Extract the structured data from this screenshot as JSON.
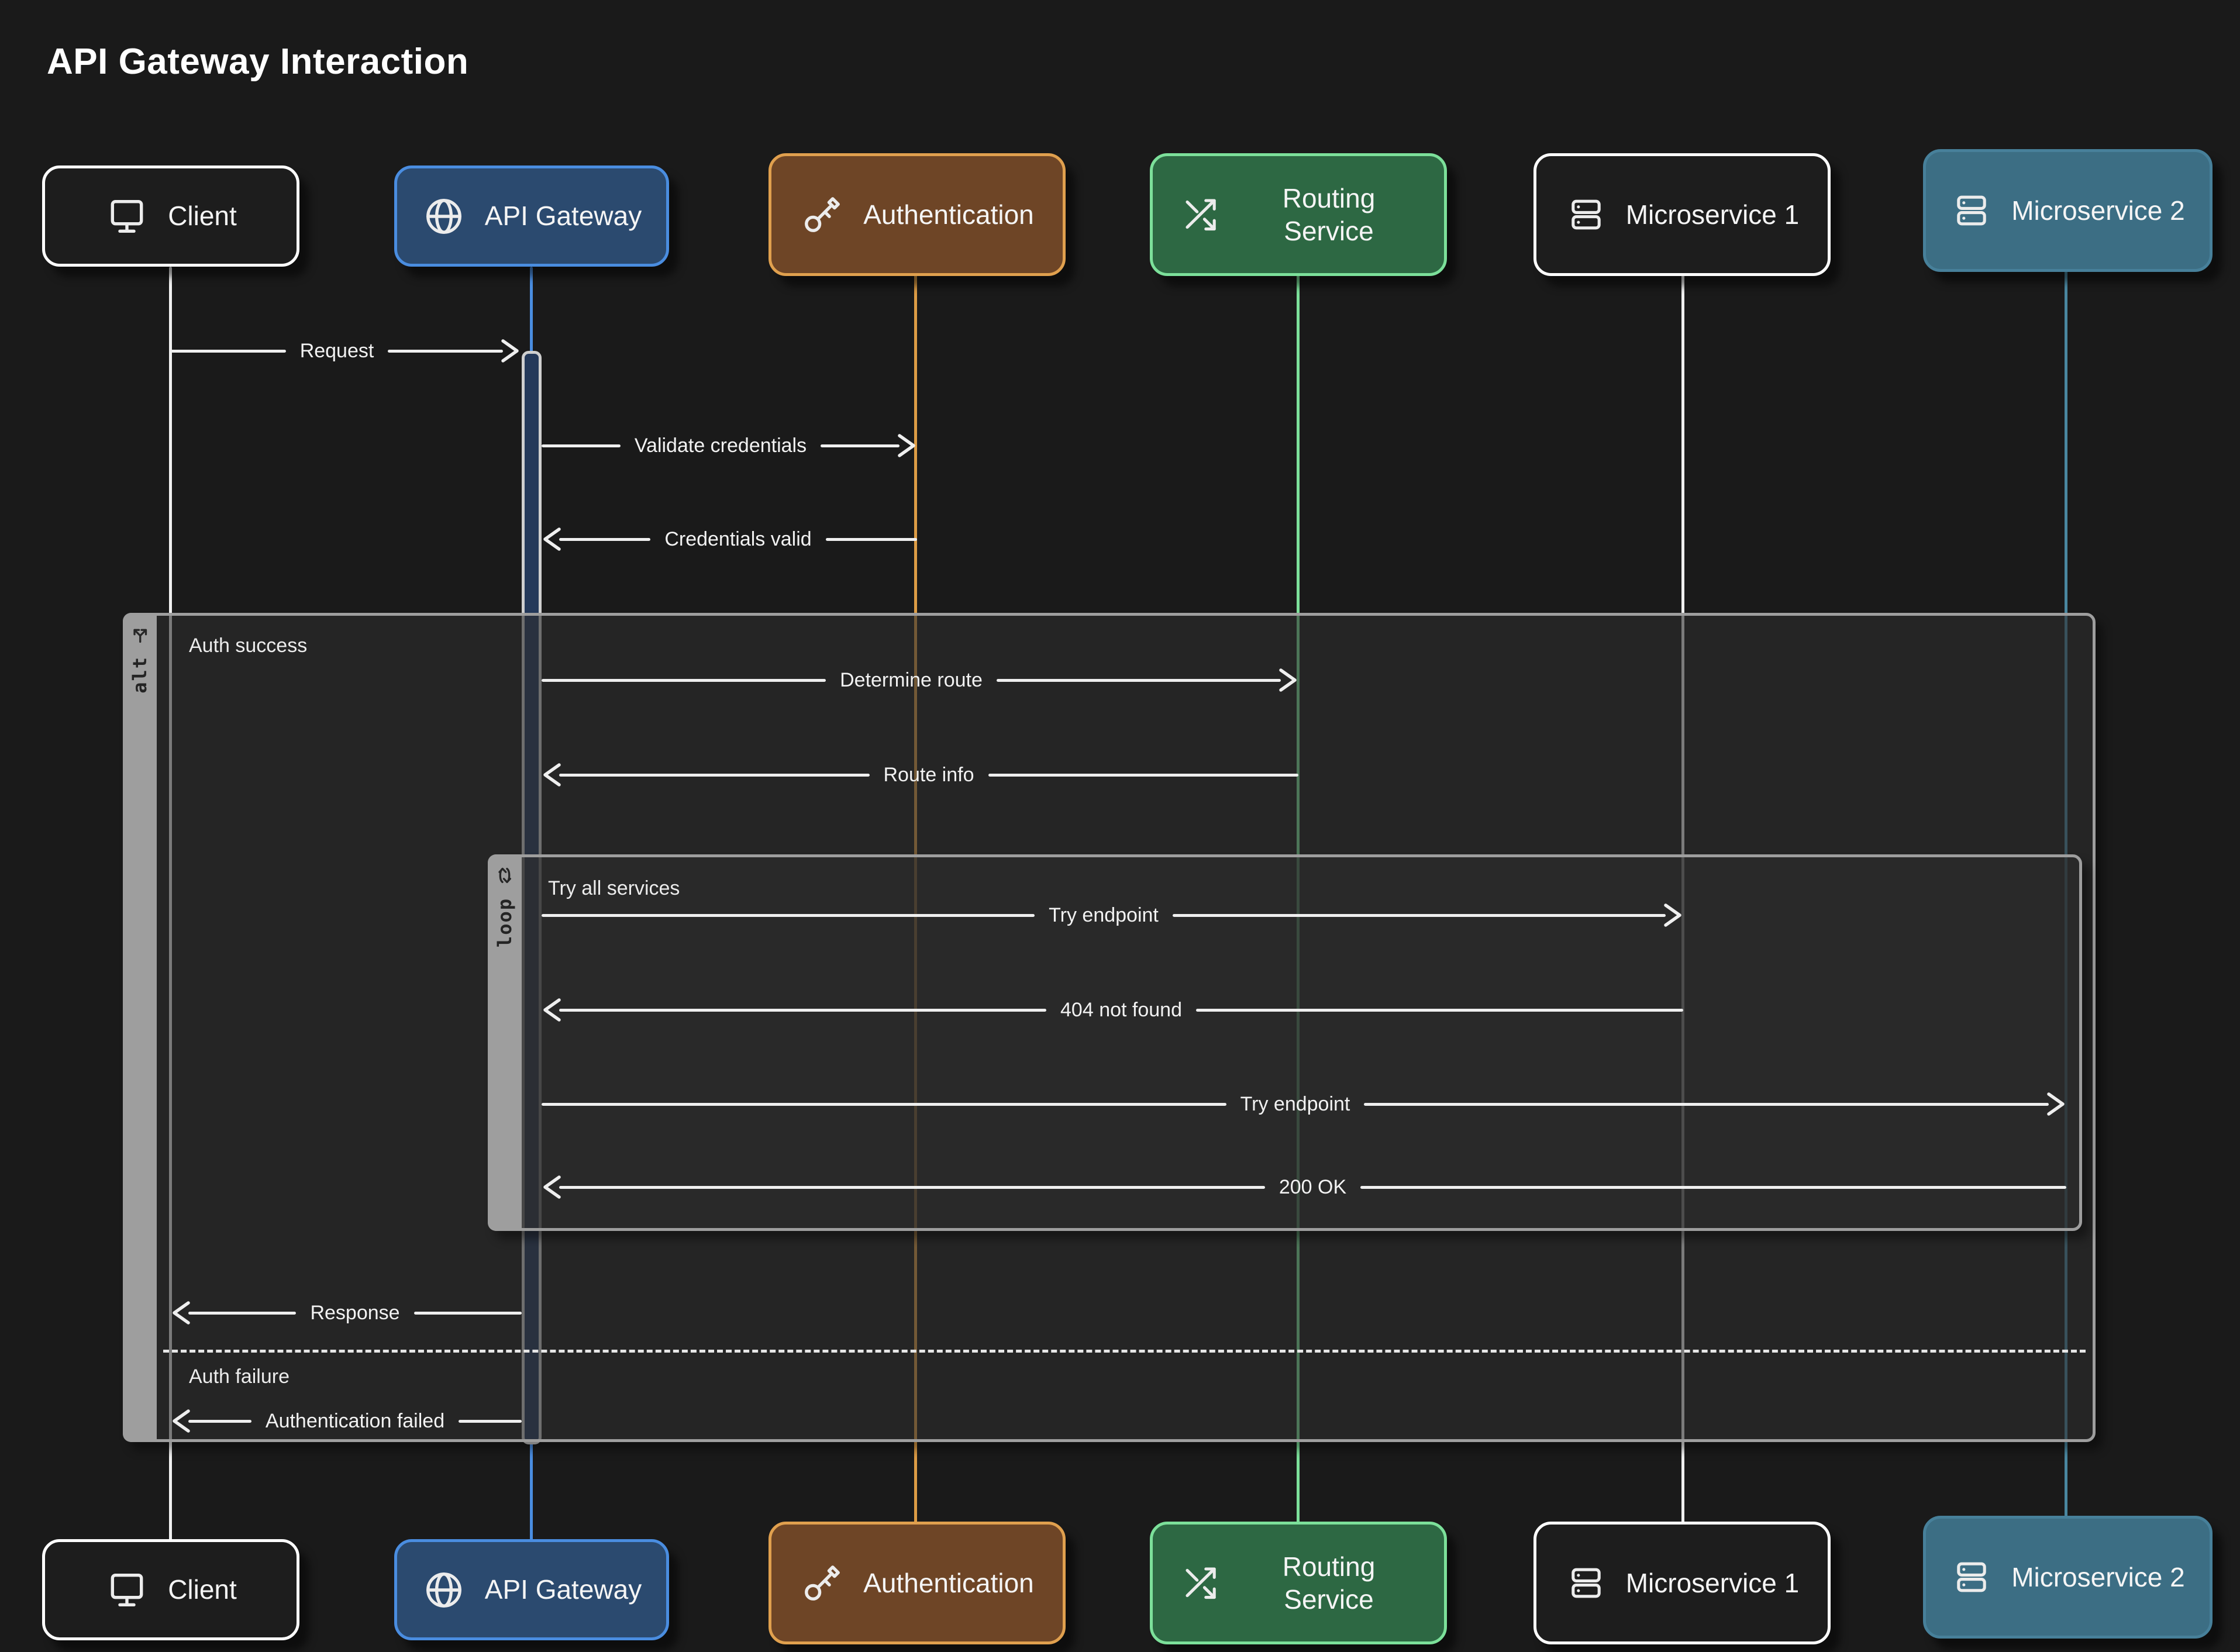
{
  "title": "API Gateway Interaction",
  "colors": {
    "background": "#1a1a1a",
    "message_line": "#efefef",
    "frame_border": "#9e9e9e",
    "activation_fill": "#24395a",
    "activation_border": "#cfcfcf"
  },
  "actors": [
    {
      "id": "client",
      "name": "Client",
      "icon": "monitor-icon",
      "fill": "#1d1d1d",
      "border": "#ffffff",
      "lifeline": "#f0f0f0"
    },
    {
      "id": "api-gateway",
      "name": "API Gateway",
      "icon": "globe-icon",
      "fill": "#2b4a6f",
      "border": "#4a8de0",
      "lifeline": "#4a8de0"
    },
    {
      "id": "authentication",
      "name": "Authentication",
      "icon": "key-icon",
      "fill": "#6e4526",
      "border": "#e0a04e",
      "lifeline": "#dd9c45"
    },
    {
      "id": "routing-service",
      "name": "Routing Service",
      "icon": "shuffle-icon",
      "fill": "#2d6843",
      "border": "#7ce09a",
      "lifeline": "#7ce09a"
    },
    {
      "id": "microservice-1",
      "name": "Microservice 1",
      "icon": "server-icon",
      "fill": "#1d1d1d",
      "border": "#ffffff",
      "lifeline": "#f0f0f0"
    },
    {
      "id": "microservice-2",
      "name": "Microservice 2",
      "icon": "server-icon",
      "fill": "#3c6e84",
      "border": "#47809a",
      "lifeline": "#4a87a0"
    }
  ],
  "messages": [
    {
      "label": "Request",
      "from": "client",
      "to": "api-gateway",
      "direction": "right"
    },
    {
      "label": "Validate credentials",
      "from": "api-gateway",
      "to": "authentication",
      "direction": "right"
    },
    {
      "label": "Credentials valid",
      "from": "authentication",
      "to": "api-gateway",
      "direction": "left"
    },
    {
      "label": "Determine route",
      "from": "api-gateway",
      "to": "routing-service",
      "direction": "right"
    },
    {
      "label": "Route info",
      "from": "routing-service",
      "to": "api-gateway",
      "direction": "left"
    },
    {
      "label": "Try endpoint",
      "from": "api-gateway",
      "to": "microservice-1",
      "direction": "right"
    },
    {
      "label": "404 not found",
      "from": "microservice-1",
      "to": "api-gateway",
      "direction": "left"
    },
    {
      "label": "Try endpoint",
      "from": "api-gateway",
      "to": "microservice-2",
      "direction": "right"
    },
    {
      "label": "200 OK",
      "from": "microservice-2",
      "to": "api-gateway",
      "direction": "left"
    },
    {
      "label": "Response",
      "from": "api-gateway",
      "to": "client",
      "direction": "left"
    },
    {
      "label": "Authentication failed",
      "from": "api-gateway",
      "to": "client",
      "direction": "left"
    }
  ],
  "frames": {
    "alt": {
      "keyword": "alt",
      "sections": [
        {
          "label": "Auth success"
        },
        {
          "label": "Auth failure"
        }
      ]
    },
    "loop": {
      "keyword": "loop",
      "label": "Try all services"
    }
  }
}
